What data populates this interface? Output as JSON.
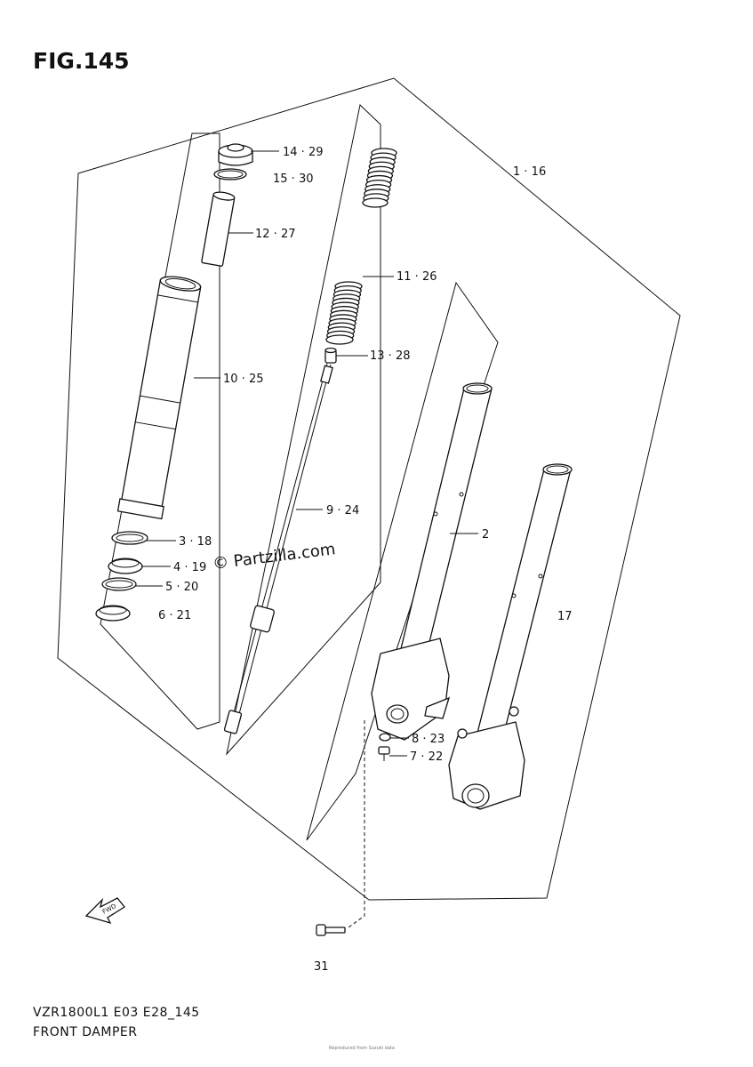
{
  "figure": {
    "title": "FIG.145"
  },
  "watermark": "© Partzilla.com",
  "footer": {
    "model_code": "VZR1800L1 E03 E28_145",
    "section_title": "FRONT DAMPER",
    "small_print": "Reproduced from Suzuki data"
  },
  "arrow_label": "FWD",
  "callouts": [
    {
      "id": "c14",
      "text": "14 · 29"
    },
    {
      "id": "c15",
      "text": "15 · 30"
    },
    {
      "id": "c12",
      "text": "12 · 27"
    },
    {
      "id": "c10",
      "text": "10 · 25"
    },
    {
      "id": "c3",
      "text": "3 · 18"
    },
    {
      "id": "c4",
      "text": "4 · 19"
    },
    {
      "id": "c5",
      "text": "5 · 20"
    },
    {
      "id": "c6",
      "text": "6 · 21"
    },
    {
      "id": "c1",
      "text": "1 · 16"
    },
    {
      "id": "c11",
      "text": "11 · 26"
    },
    {
      "id": "c13",
      "text": "13 · 28"
    },
    {
      "id": "c9",
      "text": "9 · 24"
    },
    {
      "id": "c2",
      "text": "2"
    },
    {
      "id": "c17",
      "text": "17"
    },
    {
      "id": "c8",
      "text": "8 · 23"
    },
    {
      "id": "c7",
      "text": "7 · 22"
    },
    {
      "id": "c31",
      "text": "31"
    }
  ]
}
